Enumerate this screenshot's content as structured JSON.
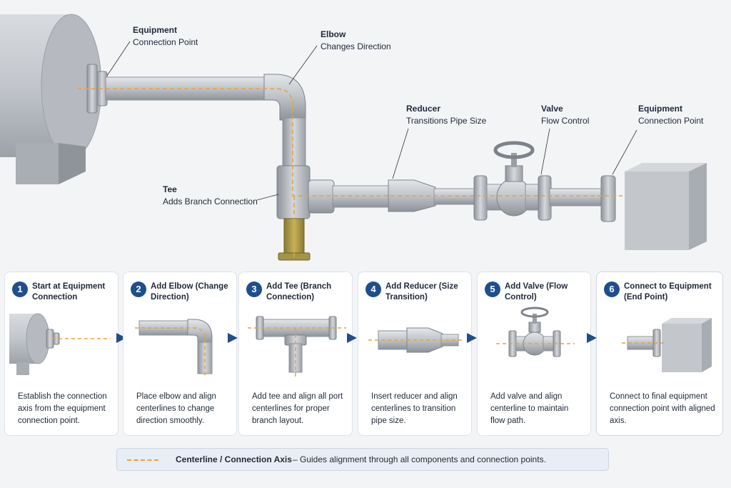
{
  "callouts": {
    "equipment_start": {
      "title": "Equipment",
      "subtitle": "Connection Point"
    },
    "elbow": {
      "title": "Elbow",
      "subtitle": "Changes Direction"
    },
    "reducer": {
      "title": "Reducer",
      "subtitle": "Transitions Pipe Size"
    },
    "valve": {
      "title": "Valve",
      "subtitle": "Flow Control"
    },
    "equipment_end": {
      "title": "Equipment",
      "subtitle": "Connection Point"
    },
    "tee": {
      "title": "Tee",
      "subtitle": "Adds Branch Connection"
    }
  },
  "steps": [
    {
      "number": "1",
      "title": "Start at Equipment Connection",
      "description": "Establish the connection axis from the equipment connection point."
    },
    {
      "number": "2",
      "title": "Add Elbow (Change Direction)",
      "description": "Place elbow and align centerlines to change direction smoothly."
    },
    {
      "number": "3",
      "title": "Add Tee (Branch Connection)",
      "description": "Add tee and align all port centerlines for proper branch layout."
    },
    {
      "number": "4",
      "title": "Add Reducer (Size Transition)",
      "description": "Insert reducer and align centerlines to transition pipe size."
    },
    {
      "number": "5",
      "title": "Add Valve (Flow Control)",
      "description": "Add valve and align centerline to maintain flow path."
    },
    {
      "number": "6",
      "title": "Connect to Equipment (End Point)",
      "description": "Connect to final equipment connection point with aligned axis."
    }
  ],
  "legend": {
    "title": "Centerline / Connection Axis",
    "description": "– Guides alignment through all components and connection points."
  },
  "colors": {
    "centerline": "#e8a23c",
    "badge": "#1f4e8c",
    "pipe": "#b9bdc3",
    "flow_arrow": "#1f4e8c"
  }
}
